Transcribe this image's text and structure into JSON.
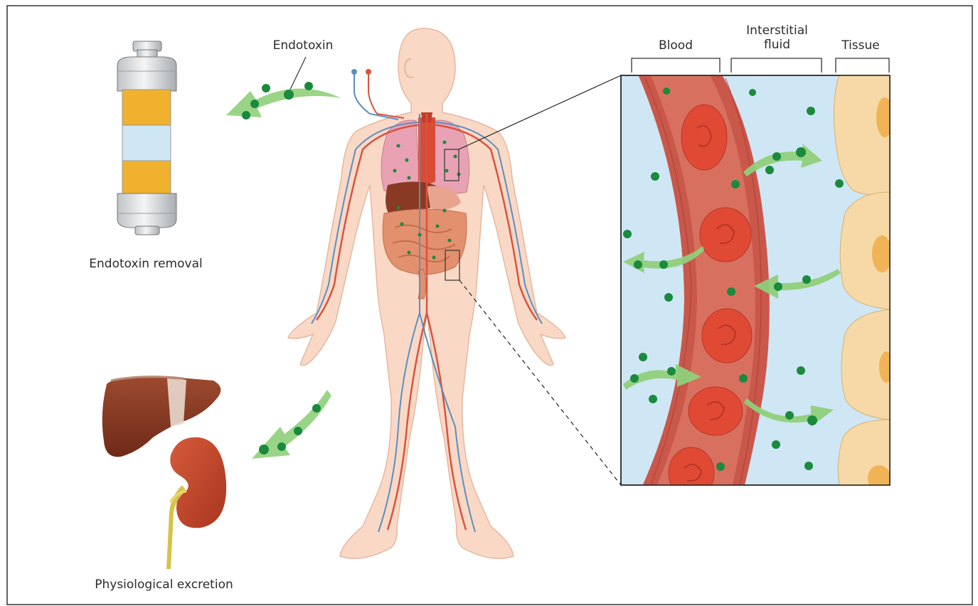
{
  "labels": {
    "endotoxin": "Endotoxin",
    "endotoxin_removal": "Endotoxin removal",
    "physiological_excretion": "Physiological excretion",
    "blood": "Blood",
    "interstitial_fluid_line1": "Interstitial",
    "interstitial_fluid_line2": "fluid",
    "tissue": "Tissue"
  },
  "colors": {
    "endotoxin_particle": "#1a8a3c",
    "arrow_green": "#8fd07a",
    "blood_vessel": "#c9574a",
    "red_blood_cell": "#e04a35",
    "interstitial_fluid": "#cfe6f5",
    "tissue_cell": "#f6d9a6",
    "body_skin": "#f9d9c6",
    "artery": "#d9533f",
    "vein": "#5b8fc0",
    "cartridge_yellow": "#f0b12e",
    "cartridge_blue": "#cfe6f5",
    "liver": "#8a3a24",
    "kidney": "#c8462e"
  },
  "icons": {
    "cartridge": "endotoxin-removal-cartridge-icon",
    "body": "human-body-circulation-icon",
    "liver": "liver-icon",
    "kidney": "kidney-icon"
  }
}
